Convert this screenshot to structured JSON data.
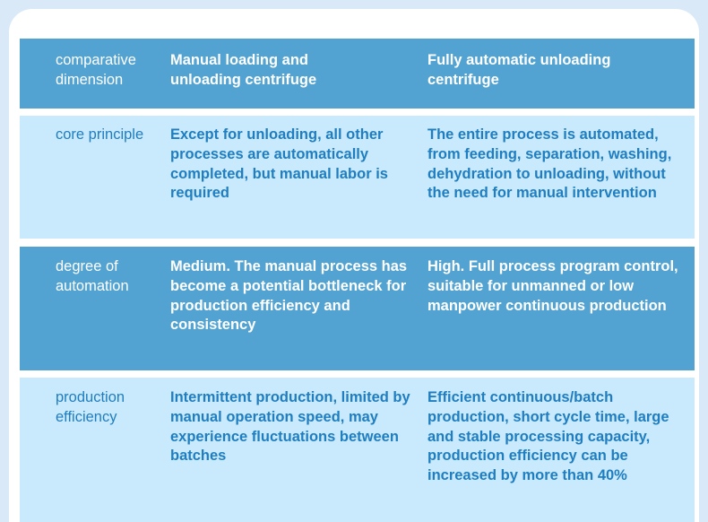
{
  "theme": {
    "page_background": "#d9e9f8",
    "card_background": "#ffffff",
    "row_dark_background": "#52a3d1",
    "row_dark_text": "#ffffff",
    "row_light_background": "#c9e9fd",
    "row_light_text": "#1f7ec0"
  },
  "table": {
    "columns": [
      "comparative dimension",
      "Manual loading and unloading centrifuge",
      "Fully automatic unloading centrifuge"
    ],
    "rows": [
      {
        "dimension": "comparative\ndimension",
        "manual": "Manual loading and\nunloading centrifuge",
        "automatic": "Fully automatic unloading\ncentrifuge",
        "style": "dark"
      },
      {
        "dimension": "core principle",
        "manual": "Except for unloading, all other processes are automatically completed, but manual labor is required",
        "automatic": "The entire process is automated, from feeding, separation, washing, dehydration to unloading, without the need for manual intervention",
        "style": "light"
      },
      {
        "dimension": "degree of\nautomation",
        "manual": "Medium. The manual process has become a potential bottleneck for production efficiency and consistency",
        "automatic": "High. Full process program control, suitable for unmanned or low manpower continuous production",
        "style": "dark"
      },
      {
        "dimension": "production\nefficiency",
        "manual": "Intermittent production, limited by manual operation speed, may experience fluctuations between batches",
        "automatic": "Efficient continuous/batch production, short cycle time, large and stable processing capacity, production efficiency can be increased by more than 40%",
        "style": "light"
      }
    ]
  }
}
